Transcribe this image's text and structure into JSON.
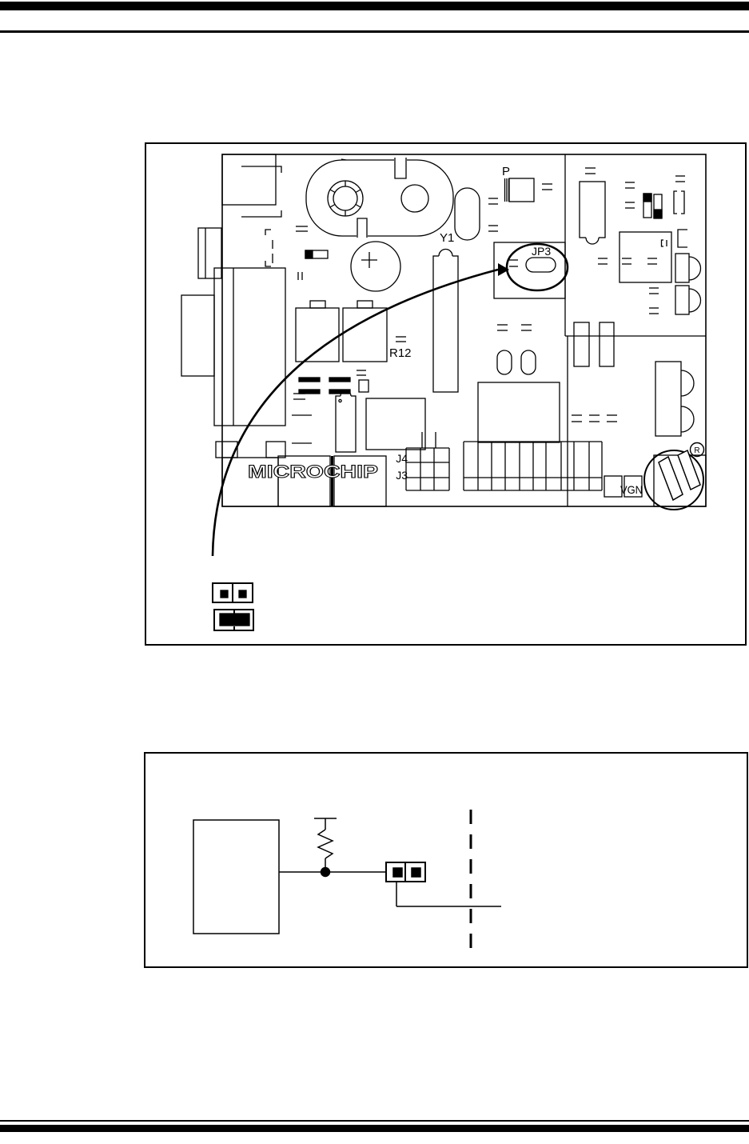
{
  "page": {
    "paper_color": "#ffffff",
    "ink_color": "#000000"
  },
  "board_figure": {
    "description": "PCB component-placement drawing with jumper JP3 circled",
    "labels": {
      "p": "P",
      "y1": "Y1",
      "jp3": "JP3",
      "r12": "R12",
      "j4": "J4",
      "j3": "J3",
      "vgn": "VGN",
      "registered_mark": "R",
      "wordmark": "MICROCHIP"
    }
  },
  "schematic_figure": {
    "description": "Jumper circuit schematic: block, pull-up resistor to rail, node to 2-pin jumper, wire crossing dashed boundary"
  }
}
